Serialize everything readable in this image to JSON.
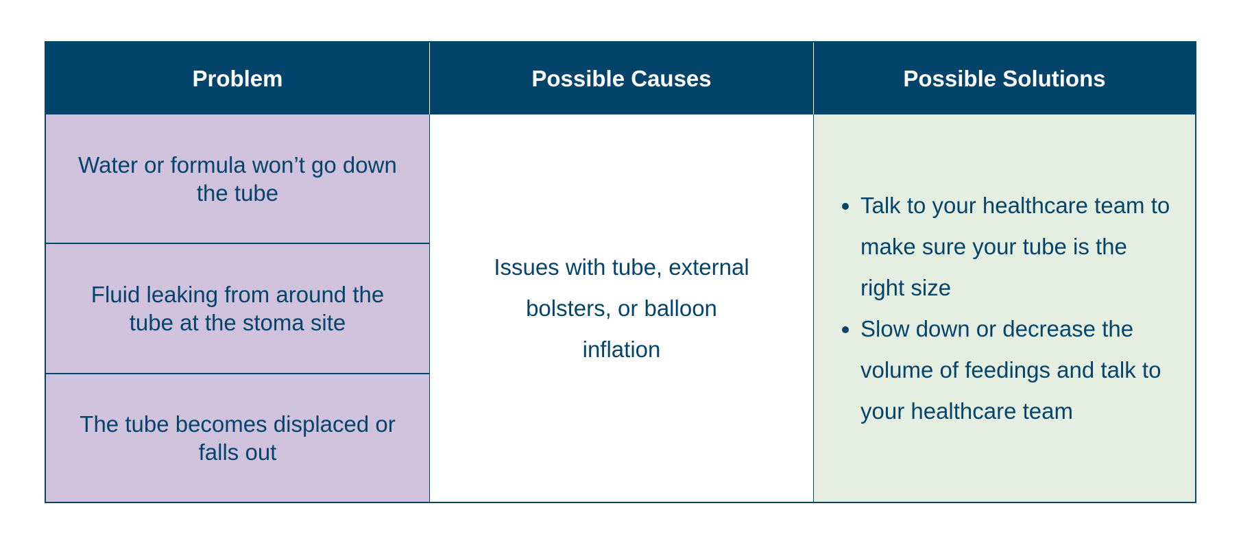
{
  "headers": {
    "problem": "Problem",
    "causes": "Possible Causes",
    "solutions": "Possible Solutions"
  },
  "problems": [
    "Water or formula won’t go down the tube",
    "Fluid leaking from around the tube at the stoma site",
    "The tube becomes displaced or falls out"
  ],
  "cause": "Issues with tube, external bolsters, or balloon inflation",
  "solutions": [
    "Talk to your healthcare team to make sure your tube is the right size",
    "Slow down or decrease the volume of feedings and talk to your healthcare team"
  ],
  "colors": {
    "header": "#04446a",
    "problem_bg": "#d0c1dd",
    "solution_bg": "#e4eee1"
  }
}
